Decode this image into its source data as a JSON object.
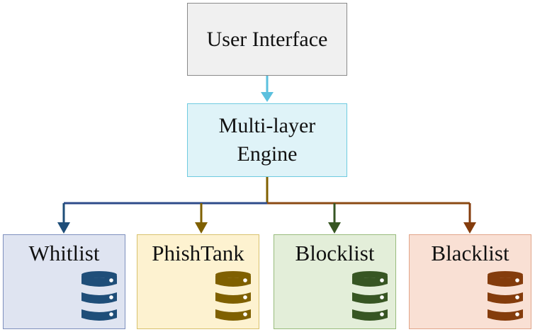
{
  "diagram": {
    "top_node": {
      "label": "User Interface"
    },
    "engine_node": {
      "label_line1": "Multi-layer",
      "label_line2": "Engine"
    },
    "sources": [
      {
        "label": "Whitlist",
        "fill": "#dfe4f1",
        "border": "#7e8fbd",
        "color": "#1f4e79",
        "icon": "database-icon"
      },
      {
        "label": "PhishTank",
        "fill": "#fdf2d0",
        "border": "#d8c26e",
        "color": "#7f6000",
        "icon": "database-icon"
      },
      {
        "label": "Blocklist",
        "fill": "#e3eed9",
        "border": "#98bb7c",
        "color": "#375623",
        "icon": "database-icon"
      },
      {
        "label": "Blacklist",
        "fill": "#f9e0d4",
        "border": "#e1a58a",
        "color": "#843c0c",
        "icon": "database-icon"
      }
    ],
    "colors": {
      "ui_to_engine_arrow": "#5bc0de",
      "trunk": "#806000"
    }
  }
}
